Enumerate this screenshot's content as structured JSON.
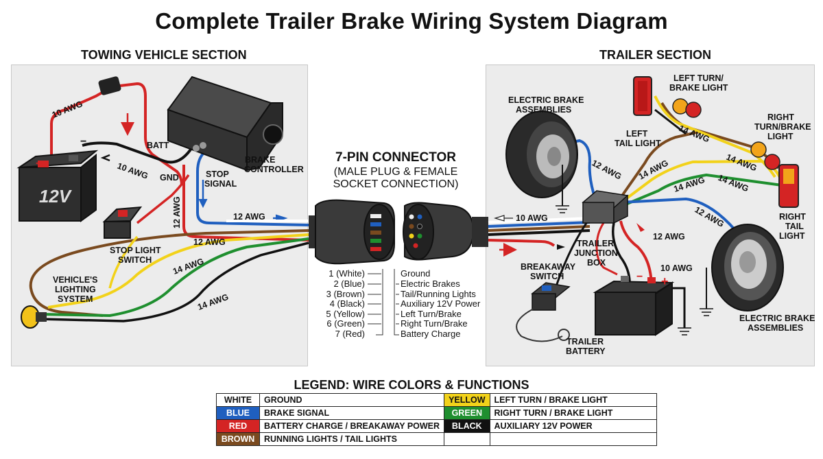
{
  "title": "Complete Trailer Brake Wiring System Diagram",
  "sections": {
    "towing": "TOWING VEHICLE SECTION",
    "trailer": "TRAILER SECTION"
  },
  "connector": {
    "title": "7-PIN CONNECTOR",
    "subtitle_1": "(MALE PLUG & FEMALE",
    "subtitle_2": "SOCKET CONNECTION)",
    "pins_left": [
      "1 (White)",
      "2 (Blue)",
      "3 (Brown)",
      "4 (Black)",
      "5 (Yellow)",
      "6 (Green)",
      "7 (Red)"
    ],
    "pins_right": [
      "Ground",
      "Electric Brakes",
      "Tail/Running Lights",
      "Auxiliary 12V Power",
      "Left Turn/Brake",
      "Right Turn/Brake",
      "Battery Charge"
    ]
  },
  "towing_labels": {
    "battery": "12V",
    "batt": "BATT",
    "gnd": "GND",
    "brake_controller_1": "BRAKE",
    "brake_controller_2": "CONTROLLER",
    "stop_signal_1": "STOP",
    "stop_signal_2": "SIGNAL",
    "stop_light_switch_1": "STOP LIGHT",
    "stop_light_switch_2": "SWITCH",
    "vehicle_lighting_1": "VEHICLE'S",
    "vehicle_lighting_2": "LIGHTING",
    "vehicle_lighting_3": "SYSTEM",
    "plus": "+",
    "minus": "−"
  },
  "trailer_labels": {
    "electric_brake_top_1": "ELECTRIC BRAKE",
    "electric_brake_top_2": "ASSEMBLIES",
    "left_turn_1": "LEFT TURN/",
    "left_turn_2": "BRAKE LIGHT",
    "left_tail_1": "LEFT",
    "left_tail_2": "TAIL LIGHT",
    "right_turn_1": "RIGHT",
    "right_turn_2": "TURN/BRAKE",
    "right_turn_3": "LIGHT",
    "right_tail_1": "RIGHT",
    "right_tail_2": "TAIL",
    "right_tail_3": "LIGHT",
    "junction_1": "TRAILER",
    "junction_2": "JUNCTION",
    "junction_3": "BOX",
    "breakaway_1": "BREAKAWAY",
    "breakaway_2": "SWITCH",
    "trailer_battery_1": "TRAILER",
    "trailer_battery_2": "BATTERY",
    "electric_brake_bottom_1": "ELECTRIC BRAKE",
    "electric_brake_bottom_2": "ASSEMBLIES",
    "plus": "+",
    "minus": "−"
  },
  "awg": {
    "v_top": "10 AWG",
    "v_gnd": "10 AWG",
    "v_vert": "12 AWG",
    "v_blue": "12 AWG",
    "v_red": "12 AWG",
    "v_brown1": "14 AWG",
    "v_brown2": "14 AWG",
    "t_in": "10 AWG",
    "t_blue_top": "12 AWG",
    "t_lt1": "14 AWG",
    "t_lt2": "14 AWG",
    "t_rt1": "14 AWG",
    "t_rt2": "14 AWG",
    "t_mid": "14 AWG",
    "t_blue_bot": "12 AWG",
    "t_red": "12 AWG",
    "t_batt": "10 AWG"
  },
  "legend": {
    "title": "LEGEND: WIRE COLORS & FUNCTIONS",
    "rows": [
      {
        "c1": "WHITE",
        "f1": "GROUND",
        "c2": "YELLOW",
        "f2": "LEFT TURN / BRAKE LIGHT"
      },
      {
        "c1": "BLUE",
        "f1": "BRAKE SIGNAL",
        "c2": "GREEN",
        "f2": "RIGHT TURN / BRAKE LIGHT"
      },
      {
        "c1": "RED",
        "f1": "BATTERY CHARGE / BREAKAWAY POWER",
        "c2": "BLACK",
        "f2": "AUXILIARY 12V POWER"
      },
      {
        "c1": "BROWN",
        "f1": "RUNNING LIGHTS / TAIL LIGHTS",
        "c2": "",
        "f2": ""
      }
    ],
    "colors": {
      "white": "#ffffff",
      "blue": "#1f5fbf",
      "red": "#d42424",
      "brown": "#7a4a1f",
      "yellow": "#f2d21a",
      "green": "#1f8f2f",
      "black": "#111111"
    }
  }
}
